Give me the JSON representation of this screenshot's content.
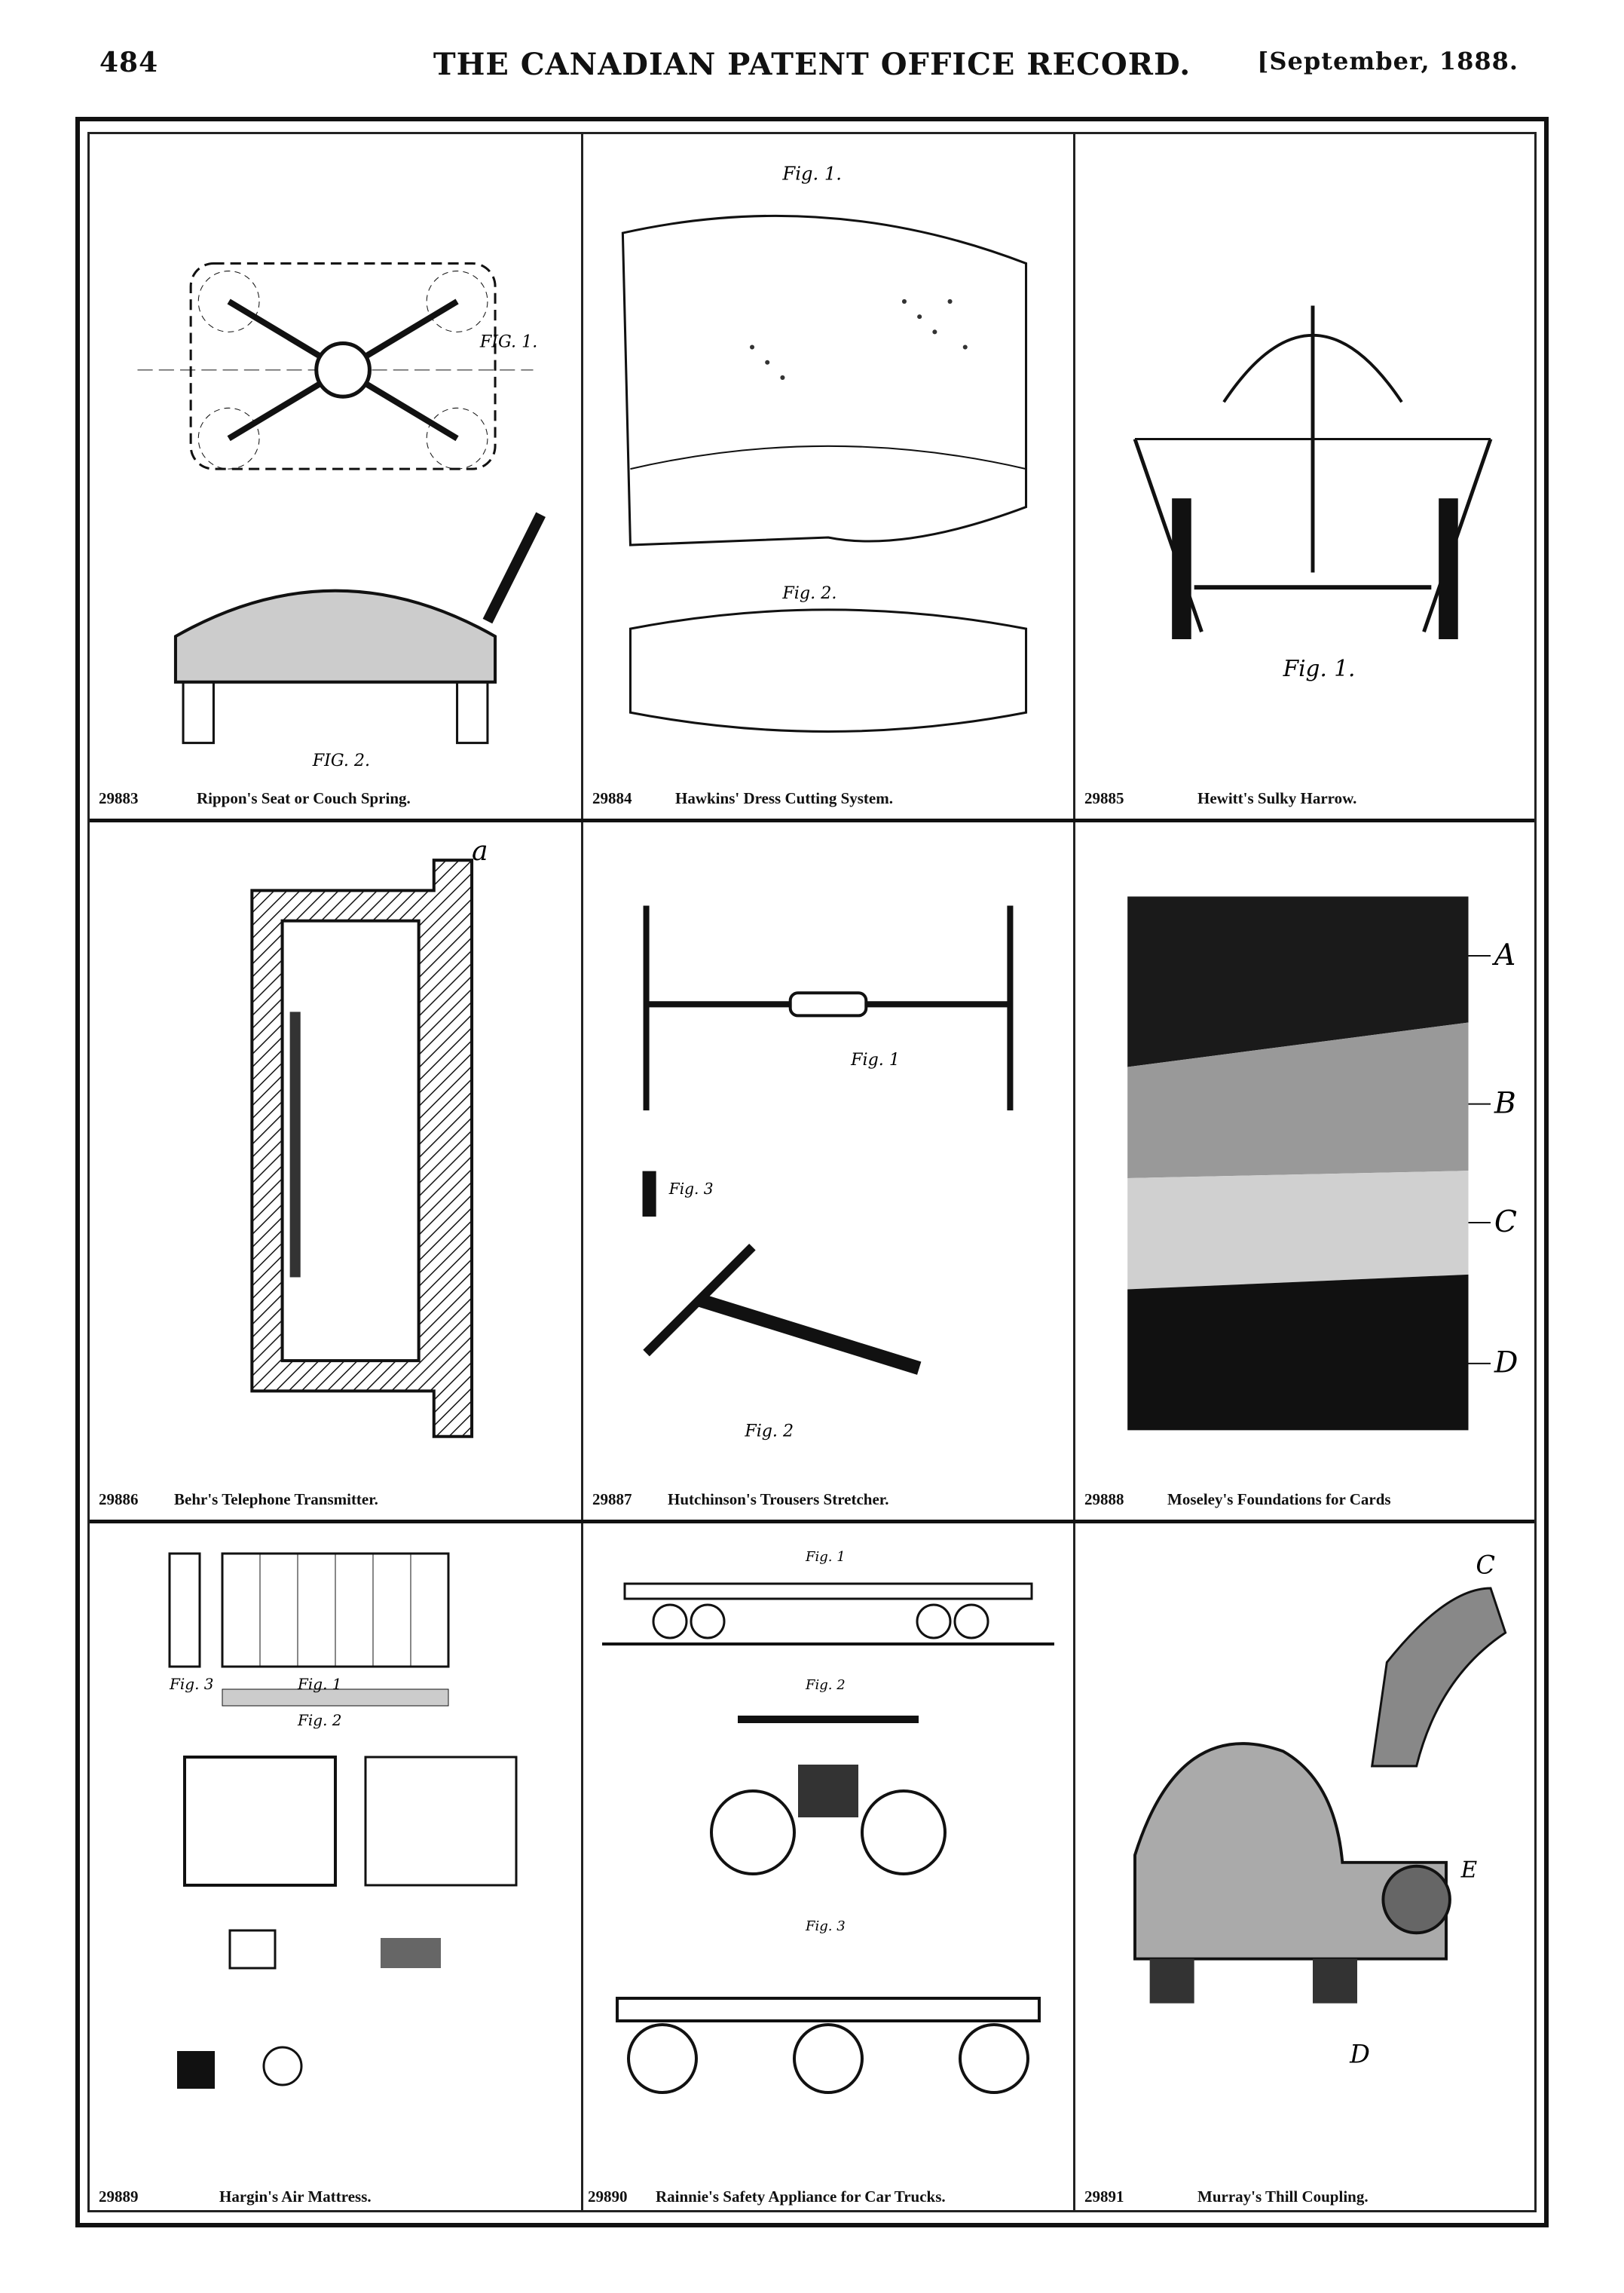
{
  "header": {
    "page_number": "484",
    "title": "THE CANADIAN PATENT OFFICE RECORD.",
    "date": "[September, 1888."
  },
  "patents": [
    {
      "number": "29883",
      "title": "Rippon's Seat or Couch Spring.",
      "fig_labels": [
        "FIG. 1.",
        "FIG. 2."
      ]
    },
    {
      "number": "29884",
      "title": "Hawkins' Dress Cutting System.",
      "fig_labels": [
        "Fig. 1.",
        "Fig. 2."
      ]
    },
    {
      "number": "29885",
      "title": "Hewitt's Sulky Harrow.",
      "fig_labels": [
        "Fig. 1."
      ]
    },
    {
      "number": "29886",
      "title": "Behr's Telephone Transmitter.",
      "fig_labels": [
        "a"
      ]
    },
    {
      "number": "29887",
      "title": "Hutchinson's Trousers Stretcher.",
      "fig_labels": [
        "Fig. 1",
        "Fig. 2",
        "Fig. 3"
      ]
    },
    {
      "number": "29888",
      "title": "Moseley's Foundations for Cards",
      "fig_labels": [
        "A",
        "B",
        "C",
        "D"
      ]
    },
    {
      "number": "29889",
      "title": "Hargin's Air Mattress.",
      "fig_labels": [
        "Fig. 1",
        "Fig. 2",
        "Fig. 3"
      ]
    },
    {
      "number": "29890",
      "title": "Rainnie's Safety Appliance for Car Trucks.",
      "fig_labels": [
        "Fig. 1",
        "Fig. 2",
        "Fig. 3"
      ]
    },
    {
      "number": "29891",
      "title": "Murray's Thill Coupling.",
      "fig_labels": [
        "C",
        "D",
        "E"
      ]
    }
  ]
}
